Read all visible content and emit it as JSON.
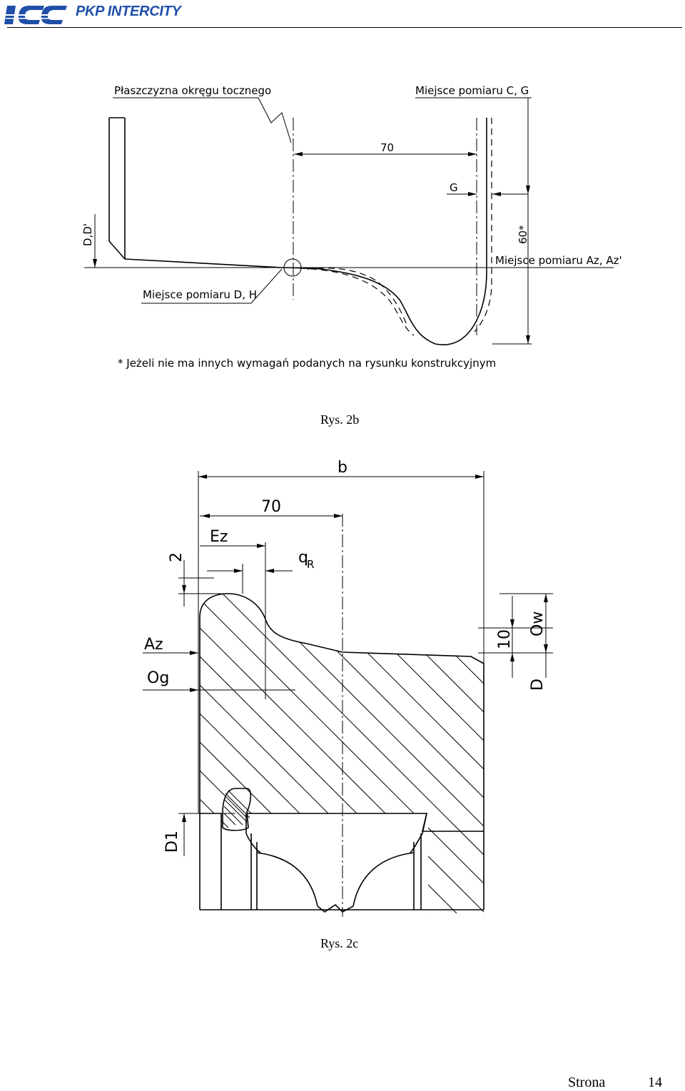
{
  "header": {
    "logo_text": "PKP INTERCITY"
  },
  "figure_top": {
    "labels": {
      "plane": "Płaszczyzna okręgu tocznego",
      "measure_cg": "Miejsce pomiaru C, G",
      "dim_70": "70",
      "dim_g": "G",
      "dim_dd": "D,D'",
      "dim_60": "60*",
      "measure_az": "Miejsce pomiaru Az, Az'",
      "measure_dh": "Miejsce pomiaru D, H",
      "footnote": "* Jeżeli nie ma innych wymagań podanych na rysunku konstrukcyjnym"
    },
    "caption": "Rys. 2b"
  },
  "figure_bottom": {
    "labels": {
      "b": "b",
      "dim_70": "70",
      "ez": "Ez",
      "qr_q": "q",
      "qr_r": "R",
      "dim_2": "2",
      "az": "Az",
      "og": "Og",
      "dim_10": "10",
      "ow": "Ow",
      "d": "D",
      "d1": "D1"
    },
    "caption": "Rys. 2c"
  },
  "footer": {
    "page_word": "Strona",
    "page_number": "14"
  },
  "colors": {
    "logo_blue": "#1f4fa8",
    "ink": "#000000"
  }
}
